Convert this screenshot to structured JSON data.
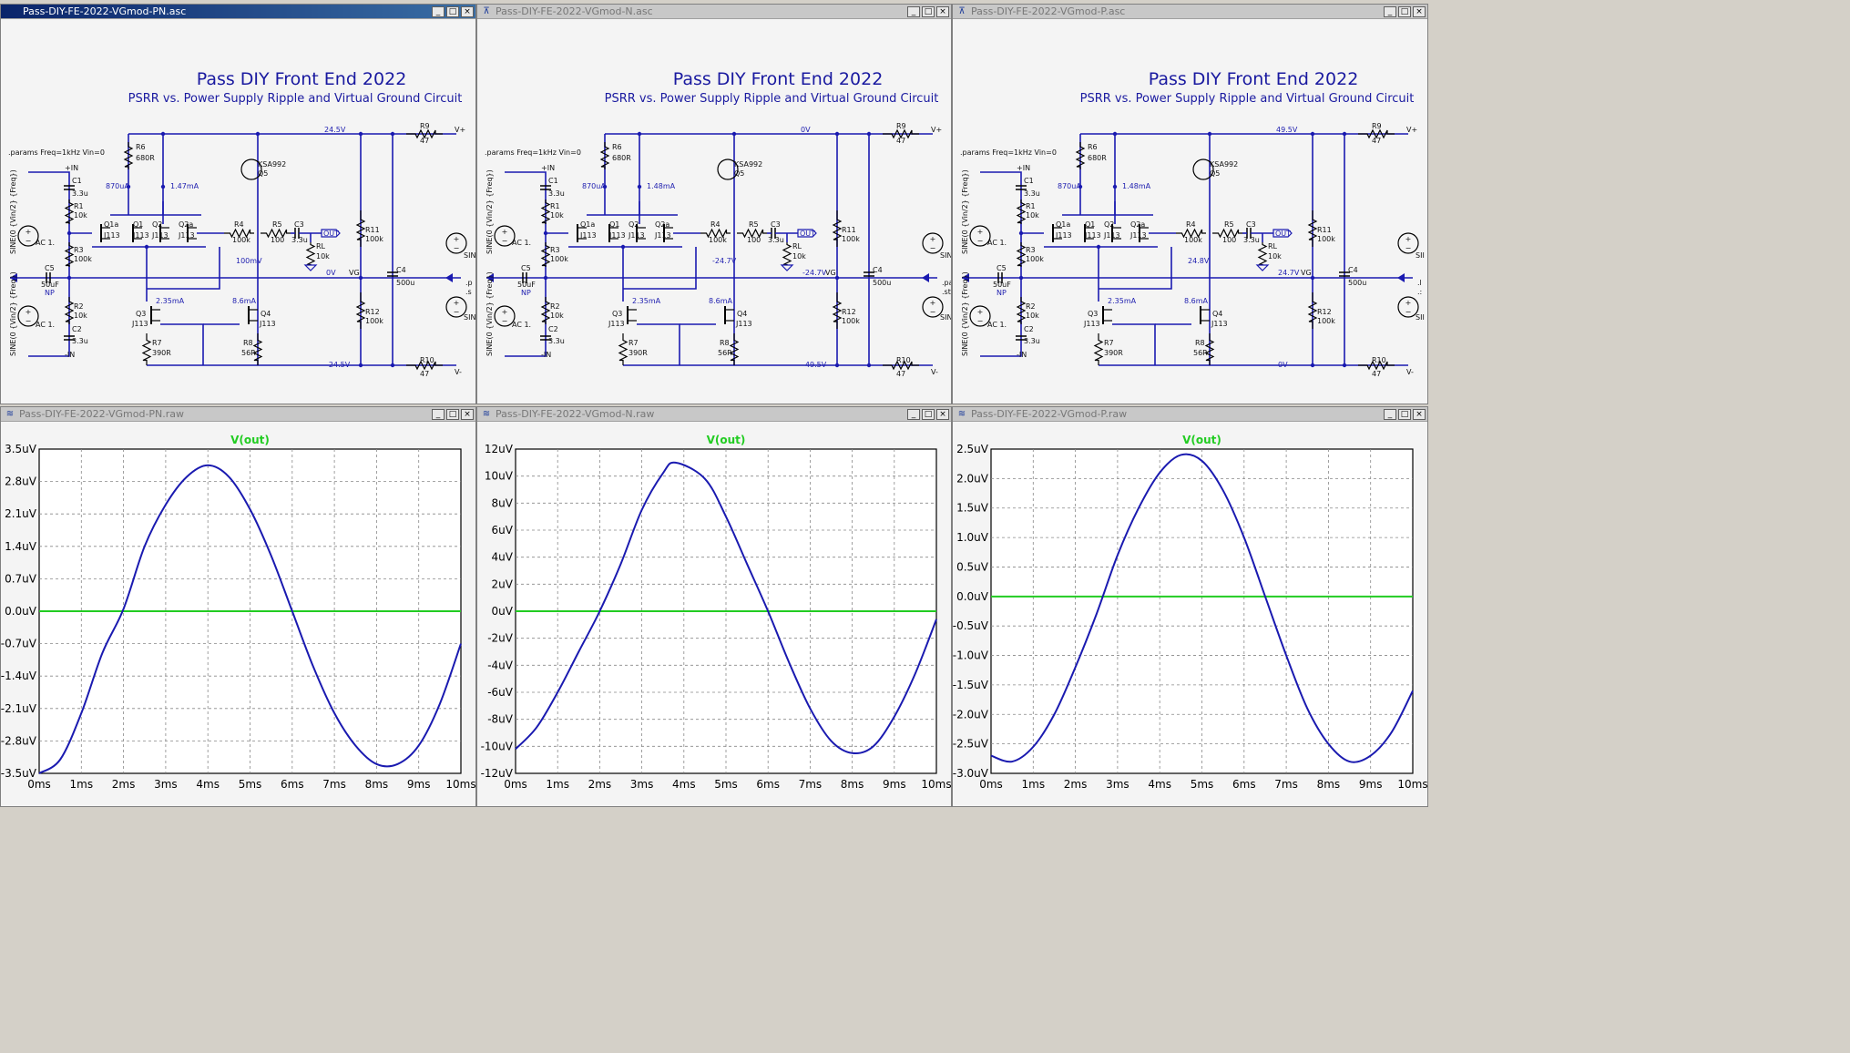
{
  "colors": {
    "wire": "#1a1ab0",
    "trace_out": "#1a1ab0",
    "trace_zero": "#22cc22",
    "plot_title": "#22cc22",
    "titlebar_active": "#0a246a"
  },
  "schematics": [
    {
      "window_title": "Pass-DIY-FE-2022-VGmod-PN.asc",
      "title": "Pass DIY Front End 2022",
      "subtitle": "PSRR vs. Power Supply Ripple and Virtual Ground Circuit",
      "params": ".params Freq=1kHz Vin=0",
      "rail_pos": "24.5V",
      "rail_neg": "-24.5V",
      "vg_label": "VG",
      "vg_value": "0V",
      "extra_node": "100mV",
      "r6": "R6",
      "r6v": "680R",
      "i1": "870uA",
      "i2": "1.47mA",
      "q5": "KSA992",
      "q5n": "Q5",
      "r11": "R11",
      "r11v": "100k",
      "r12": "R12",
      "r12v": "100k",
      "c4": "C4",
      "c4v": "500u",
      "r9": "R9",
      "r9v": "47",
      "r10": "R10",
      "r10v": "47",
      "vplus": "V+",
      "vminus": "V-",
      "q3": "Q3",
      "q3v": "J113",
      "q4": "Q4",
      "q4v": "J113",
      "i3": "2.35mA",
      "i4": "8.6mA",
      "r7": "R7",
      "r7v": "390R",
      "r8": "R8",
      "r8v": "56R",
      "in_p": "+IN",
      "in_n": "-IN",
      "c1": "C1",
      "c1v": "3.3u",
      "c2": "C2",
      "c2v": "3.3u",
      "r1": "R1",
      "r1v": "10k",
      "r2": "R2",
      "r2v": "10k",
      "r3": "R3",
      "r3v": "100k",
      "c5": "C5",
      "c5v": "50uF",
      "c5n": "NP",
      "ac1": "AC 1.",
      "ac2": "AC 1.",
      "sine1": "SINE(0 {Vin/2} {Freq})",
      "sine2": "SINE(0 {Vin/2} {Freq})",
      "q1a": "Q1a",
      "q1": "Q1",
      "q2": "Q2",
      "q2a": "Q2a",
      "j1": "J113",
      "j2": "J113",
      "j3": "J113",
      "j4": "J113",
      "r4": "R4",
      "r4v": "100k",
      "r5": "R5",
      "r5v": "100",
      "c3": "C3",
      "c3v": "3.3u",
      "rl": "RL",
      "rlv": "10k",
      "out": "OUT",
      "sin_r1": "SIN",
      "sin_r2": "SIN",
      "pa": ".p",
      "pb": ".s"
    },
    {
      "window_title": "Pass-DIY-FE-2022-VGmod-N.asc",
      "title": "Pass DIY Front End 2022",
      "subtitle": "PSRR vs. Power Supply Ripple and Virtual Ground Circuit",
      "params": ".params Freq=1kHz Vin=0",
      "rail_pos": "0V",
      "rail_neg": "-49.5V",
      "vg_label": "VG",
      "vg_value": "-24.7V",
      "extra_node": "-24.7V",
      "r6": "R6",
      "r6v": "680R",
      "i1": "870uA",
      "i2": "1.48mA",
      "q5": "KSA992",
      "q5n": "Q5",
      "r11": "R11",
      "r11v": "100k",
      "r12": "R12",
      "r12v": "100k",
      "c4": "C4",
      "c4v": "500u",
      "r9": "R9",
      "r9v": "47",
      "r10": "R10",
      "r10v": "47",
      "vplus": "V+",
      "vminus": "V-",
      "q3": "Q3",
      "q3v": "J113",
      "q4": "Q4",
      "q4v": "J113",
      "i3": "2.35mA",
      "i4": "8.6mA",
      "r7": "R7",
      "r7v": "390R",
      "r8": "R8",
      "r8v": "56R",
      "in_p": "+IN",
      "in_n": "-IN",
      "c1": "C1",
      "c1v": "3.3u",
      "c2": "C2",
      "c2v": "3.3u",
      "r1": "R1",
      "r1v": "10k",
      "r2": "R2",
      "r2v": "10k",
      "r3": "R3",
      "r3v": "100k",
      "c5": "C5",
      "c5v": "50uF",
      "c5n": "NP",
      "ac1": "AC 1.",
      "ac2": "AC 1.",
      "sine1": "SINE(0 {Vin/2} {Freq})",
      "sine2": "SINE(0 {Vin/2} {Freq})",
      "q1a": "Q1a",
      "q1": "Q1",
      "q2": "Q2",
      "q2a": "Q2a",
      "j1": "J113",
      "j2": "J113",
      "j3": "J113",
      "j4": "J113",
      "r4": "R4",
      "r4v": "100k",
      "r5": "R5",
      "r5v": "100",
      "c3": "C3",
      "c3v": "3.3u",
      "rl": "RL",
      "rlv": "10k",
      "out": "OUT",
      "sin_r1": "SINE",
      "sin_r2": "SINE",
      "pa": ".par",
      "pb": ".ste"
    },
    {
      "window_title": "Pass-DIY-FE-2022-VGmod-P.asc",
      "title": "Pass DIY Front End 2022",
      "subtitle": "PSRR vs. Power Supply Ripple and Virtual Ground Circuit",
      "params": ".params Freq=1kHz Vin=0",
      "rail_pos": "49.5V",
      "rail_neg": "0V",
      "vg_label": "VG",
      "vg_value": "24.7V",
      "extra_node": "24.8V",
      "r6": "R6",
      "r6v": "680R",
      "i1": "870uA",
      "i2": "1.48mA",
      "q5": "KSA992",
      "q5n": "Q5",
      "r11": "R11",
      "r11v": "100k",
      "r12": "R12",
      "r12v": "100k",
      "c4": "C4",
      "c4v": "500u",
      "r9": "R9",
      "r9v": "47",
      "r10": "R10",
      "r10v": "47",
      "vplus": "V+",
      "vminus": "V-",
      "q3": "Q3",
      "q3v": "J113",
      "q4": "Q4",
      "q4v": "J113",
      "i3": "2.35mA",
      "i4": "8.6mA",
      "r7": "R7",
      "r7v": "390R",
      "r8": "R8",
      "r8v": "56R",
      "in_p": "+IN",
      "in_n": "-IN",
      "c1": "C1",
      "c1v": "3.3u",
      "c2": "C2",
      "c2v": "3.3u",
      "r1": "R1",
      "r1v": "10k",
      "r2": "R2",
      "r2v": "10k",
      "r3": "R3",
      "r3v": "100k",
      "c5": "C5",
      "c5v": "50uF",
      "c5n": "NP",
      "ac1": "AC 1.",
      "ac2": "AC 1.",
      "sine1": "SINE(0 {Vin/2} {Freq})",
      "sine2": "SINE(0 {Vin/2} {Freq})",
      "q1a": "Q1a",
      "q1": "Q1",
      "q2": "Q2",
      "q2a": "Q2a",
      "j1": "J113",
      "j2": "J113",
      "j3": "J113",
      "j4": "J113",
      "r4": "R4",
      "r4v": "100k",
      "r5": "R5",
      "r5v": "100",
      "c3": "C3",
      "c3v": "3.3u",
      "rl": "RL",
      "rlv": "10k",
      "out": "OUT",
      "sin_r1": "SII",
      "sin_r2": "SII",
      "pa": ".l",
      "pb": ".:"
    }
  ],
  "plot_windows": [
    {
      "window_title": "Pass-DIY-FE-2022-VGmod-PN.raw"
    },
    {
      "window_title": "Pass-DIY-FE-2022-VGmod-N.raw"
    },
    {
      "window_title": "Pass-DIY-FE-2022-VGmod-P.raw"
    }
  ],
  "chart_data": [
    {
      "type": "line",
      "title": "V(out)",
      "xlabel": "",
      "ylabel": "",
      "grid": true,
      "x_ticks": [
        "0ms",
        "1ms",
        "2ms",
        "3ms",
        "4ms",
        "5ms",
        "6ms",
        "7ms",
        "8ms",
        "9ms",
        "10ms"
      ],
      "y_ticks": [
        "3.5uV",
        "2.8uV",
        "2.1uV",
        "1.4uV",
        "0.7uV",
        "0.0uV",
        "-0.7uV",
        "-1.4uV",
        "-2.1uV",
        "-2.8uV",
        "-3.5uV"
      ],
      "xlim": [
        0,
        10
      ],
      "ylim": [
        -3.5,
        3.5
      ],
      "x_unit": "ms",
      "y_unit": "uV",
      "series": [
        {
          "name": "V(out)",
          "x": [
            0,
            0.5,
            1,
            1.5,
            2,
            2.5,
            3,
            3.5,
            4,
            4.5,
            5,
            5.5,
            6,
            6.5,
            7,
            7.5,
            8,
            8.5,
            9,
            9.5,
            10
          ],
          "y": [
            -3.5,
            -3.2,
            -2.2,
            -0.9,
            0.05,
            1.4,
            2.3,
            2.9,
            3.15,
            2.9,
            2.2,
            1.2,
            0,
            -1.2,
            -2.2,
            -2.9,
            -3.3,
            -3.3,
            -2.9,
            -2.0,
            -0.7
          ]
        },
        {
          "x": [
            0,
            10
          ],
          "y": [
            0,
            0
          ]
        }
      ]
    },
    {
      "type": "line",
      "title": "V(out)",
      "xlabel": "",
      "ylabel": "",
      "grid": true,
      "x_ticks": [
        "0ms",
        "1ms",
        "2ms",
        "3ms",
        "4ms",
        "5ms",
        "6ms",
        "7ms",
        "8ms",
        "9ms",
        "10ms"
      ],
      "y_ticks": [
        "12uV",
        "10uV",
        "8uV",
        "6uV",
        "4uV",
        "2uV",
        "0uV",
        "-2uV",
        "-4uV",
        "-6uV",
        "-8uV",
        "-10uV",
        "-12uV"
      ],
      "xlim": [
        0,
        10
      ],
      "ylim": [
        -12,
        12
      ],
      "x_unit": "ms",
      "y_unit": "uV",
      "series": [
        {
          "name": "V(out)",
          "x": [
            0,
            0.5,
            1,
            1.5,
            2,
            2.5,
            3,
            3.5,
            3.8,
            4.5,
            5,
            5.5,
            6,
            6.5,
            7,
            7.5,
            8,
            8.5,
            9,
            9.5,
            10
          ],
          "y": [
            -10.2,
            -8.6,
            -6,
            -3,
            0,
            3.5,
            7.5,
            10.2,
            11,
            9.8,
            7,
            3.5,
            0,
            -3.8,
            -7.2,
            -9.6,
            -10.5,
            -10,
            -7.8,
            -4.6,
            -0.6
          ]
        },
        {
          "x": [
            0,
            10
          ],
          "y": [
            0,
            0
          ]
        }
      ]
    },
    {
      "type": "line",
      "title": "V(out)",
      "xlabel": "",
      "ylabel": "",
      "grid": true,
      "x_ticks": [
        "0ms",
        "1ms",
        "2ms",
        "3ms",
        "4ms",
        "5ms",
        "6ms",
        "7ms",
        "8ms",
        "9ms",
        "10ms"
      ],
      "y_ticks": [
        "2.5uV",
        "2.0uV",
        "1.5uV",
        "1.0uV",
        "0.5uV",
        "0.0uV",
        "-0.5uV",
        "-1.0uV",
        "-1.5uV",
        "-2.0uV",
        "-2.5uV",
        "-3.0uV"
      ],
      "xlim": [
        0,
        10
      ],
      "ylim": [
        -3.0,
        2.5
      ],
      "x_unit": "ms",
      "y_unit": "uV",
      "series": [
        {
          "name": "V(out)",
          "x": [
            0,
            0.5,
            1,
            1.5,
            2,
            2.5,
            3,
            3.5,
            4,
            4.5,
            5,
            5.5,
            6,
            6.5,
            7,
            7.5,
            8,
            8.5,
            9,
            9.5,
            10
          ],
          "y": [
            -2.7,
            -2.8,
            -2.55,
            -2.0,
            -1.2,
            -0.3,
            0.7,
            1.5,
            2.1,
            2.4,
            2.3,
            1.8,
            1.0,
            0,
            -1.0,
            -1.9,
            -2.5,
            -2.8,
            -2.7,
            -2.3,
            -1.6
          ]
        },
        {
          "x": [
            0,
            10
          ],
          "y": [
            0,
            0
          ]
        }
      ]
    }
  ]
}
